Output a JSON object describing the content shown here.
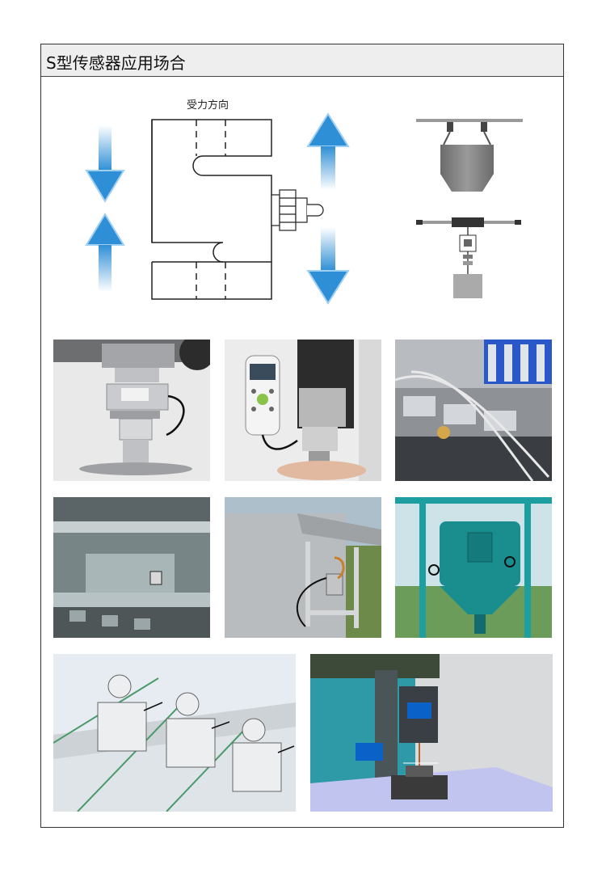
{
  "header": {
    "title": "S型传感器应用场合"
  },
  "diagram": {
    "force_label": "受力方向"
  },
  "photos": [
    {
      "name": "photo-tank-weighing-mount"
    },
    {
      "name": "photo-handheld-force-gauge"
    },
    {
      "name": "photo-production-line-sensors"
    },
    {
      "name": "photo-hopper-frame-mount"
    },
    {
      "name": "photo-galvanized-bracket-mount"
    },
    {
      "name": "photo-silo-suspension"
    },
    {
      "name": "photo-conveyor-pulley-sensors"
    },
    {
      "name": "photo-press-test-station"
    }
  ],
  "colors": {
    "arrow_blue": "#2f8fd6",
    "header_bg": "#eeeeee",
    "frame": "#333333"
  }
}
